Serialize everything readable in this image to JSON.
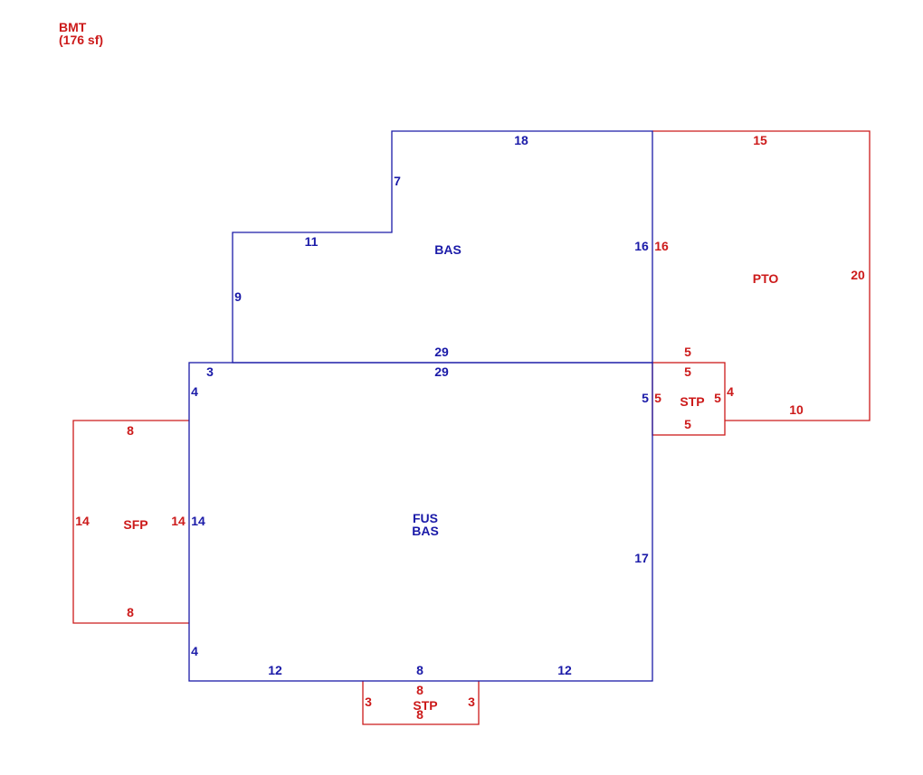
{
  "colors": {
    "main": "#1a1aa8",
    "accessory": "#cc1a1a"
  },
  "header": {
    "line1": "BMT",
    "line2": "(176 sf)"
  },
  "areas": {
    "upper_bas": "BAS",
    "main_fus": "FUS",
    "main_bas": "BAS",
    "pto": "PTO",
    "stp_right": "STP",
    "sfp": "SFP",
    "stp_bottom": "STP"
  },
  "dims": {
    "upper": {
      "top": "18",
      "notch_side": "7",
      "step": "11",
      "left": "9",
      "right": "16",
      "bottom": "29"
    },
    "main": {
      "top": "29",
      "offset": "3",
      "left_top": "4",
      "left_mid": "14",
      "left_bottom": "4",
      "right_top": "5",
      "right": "17",
      "bottom_left": "12",
      "bottom_mid": "8",
      "bottom_right": "12"
    },
    "pto": {
      "top": "15",
      "left": "16",
      "right": "20",
      "bottom": "10",
      "inner_right": "4"
    },
    "stp_right": {
      "top_outer": "5",
      "top": "5",
      "left": "5",
      "right": "5",
      "bottom": "5"
    },
    "sfp": {
      "top": "8",
      "left": "14",
      "right": "14",
      "bottom": "8"
    },
    "stp_bottom": {
      "top": "8",
      "left": "3",
      "right": "3",
      "bottom": "8"
    }
  }
}
